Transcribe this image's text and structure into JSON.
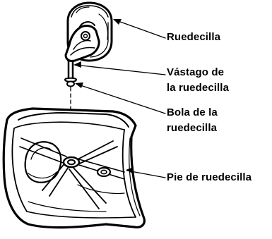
{
  "labels": {
    "caster": "Ruedecilla",
    "stem_line1": "Vástago de",
    "stem_line2": "la ruedecilla",
    "ball_line1": "Bola de la",
    "ball_line2": "ruedecilla",
    "foot": "Pie de ruedecilla"
  },
  "colors": {
    "ink": "#000000",
    "background": "#ffffff"
  }
}
